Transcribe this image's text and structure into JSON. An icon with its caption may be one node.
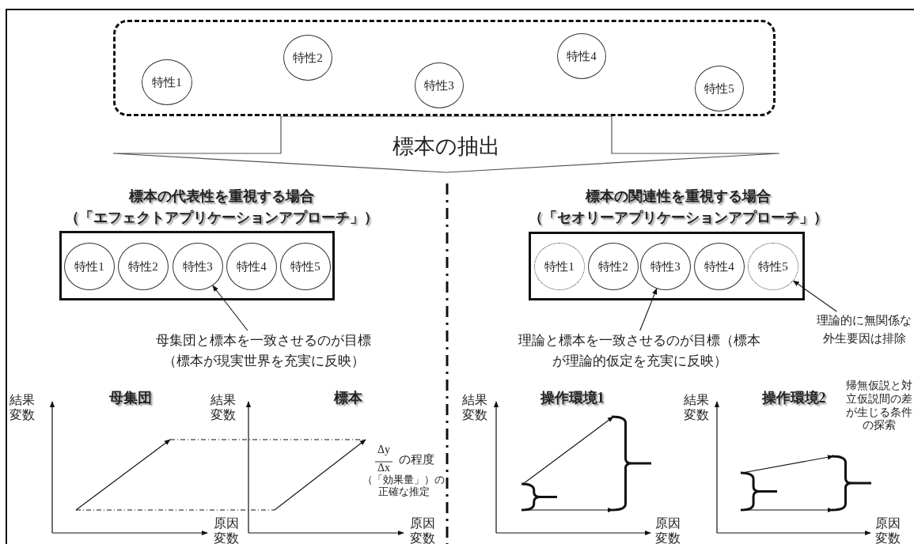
{
  "diagram": {
    "nodes": [
      {
        "text": [],
        "shape": "box"
      },
      {
        "text": [
          "特性1"
        ],
        "in": 0
      },
      {
        "text": [
          "特性2"
        ],
        "in": 0
      },
      {
        "text": [
          "特性3"
        ],
        "in": 0
      },
      {
        "text": [
          "特性4"
        ],
        "in": 0
      },
      {
        "text": [
          "特性5"
        ],
        "in": 0
      },
      {
        "text": [
          "標本の抽出"
        ]
      },
      {
        "text": [
          "標本の代表性を重視する場合",
          "（「エフェクトアプリケーションアプローチ」）"
        ]
      },
      {
        "text": [
          "特性1"
        ],
        "in": 7
      },
      {
        "text": [
          "特性2"
        ],
        "in": 7
      },
      {
        "text": [
          "特性3"
        ],
        "in": 7
      },
      {
        "text": [
          "特性4"
        ],
        "in": 7
      },
      {
        "text": [
          "特性5"
        ],
        "in": 7
      },
      {
        "text": [
          "標本の関連性を重視する場合",
          "（「セオリーアプリケーションアプローチ」）"
        ]
      },
      {
        "text": [
          "特性1"
        ],
        "in": 13
      },
      {
        "text": [
          "特性2"
        ],
        "in": 13
      },
      {
        "text": [
          "特性3"
        ],
        "in": 13
      },
      {
        "text": [
          "特性4"
        ],
        "in": 13
      },
      {
        "text": [
          "特性5"
        ],
        "in": 13
      },
      {
        "text": [
          "母集団と標本を一致させるのが目標（標本が現実世界を充実に反映）"
        ]
      },
      {
        "text": [
          "理論と標本を一致させるのが目標（標本が理論的仮定を充実に反映）"
        ]
      },
      {
        "text": [
          "理論的に無関係な外生要因は排除"
        ]
      }
    ],
    "edges": [
      {
        "from": 19,
        "to": 10,
        "arrow": "to"
      },
      {
        "from": 20,
        "to": 16,
        "arrow": "to"
      },
      {
        "from": 21,
        "to": 18,
        "arrow": "to"
      }
    ],
    "labels": [
      "結果変数",
      "母集団",
      "結果変数",
      "標本",
      "Δy",
      "Δx",
      "の程度",
      "（「効果量」）の正確な推定",
      "原因変数",
      "原因変数",
      "結果変数",
      "操作環境1",
      "結果変数",
      "操作環境2",
      "帰無仮説と対立仮説間の差が生じる条件の探索",
      "原因変数",
      "原因変数"
    ]
  }
}
